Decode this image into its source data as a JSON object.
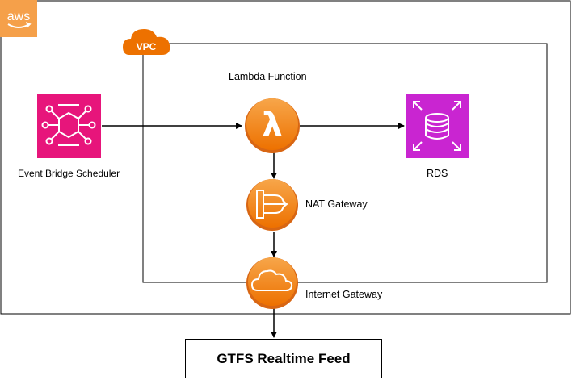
{
  "cloud": {
    "badge": "aws"
  },
  "vpc": {
    "badge": "VPC"
  },
  "nodes": {
    "eventbridge": {
      "label": "Event Bridge Scheduler",
      "color": "#e7157b"
    },
    "lambda": {
      "label": "Lambda Function",
      "color": "#ed7100"
    },
    "rds": {
      "label": "RDS",
      "color": "#c925d1"
    },
    "nat": {
      "label": "NAT Gateway",
      "color": "#ed7100"
    },
    "igw": {
      "label": "Internet Gateway",
      "color": "#ed7100"
    }
  },
  "feed": {
    "label": "GTFS Realtime Feed"
  },
  "edges": [
    {
      "from": "Event Bridge Scheduler",
      "to": "Lambda Function"
    },
    {
      "from": "Lambda Function",
      "to": "RDS"
    },
    {
      "from": "Lambda Function",
      "to": "NAT Gateway"
    },
    {
      "from": "NAT Gateway",
      "to": "Internet Gateway"
    },
    {
      "from": "Internet Gateway",
      "to": "GTFS Realtime Feed"
    }
  ]
}
